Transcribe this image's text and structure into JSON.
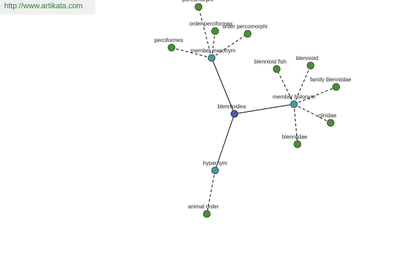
{
  "header": {
    "url": "http://www.artikata.com"
  },
  "graph": {
    "center": {
      "label": "blennioidea"
    },
    "relations": {
      "meronym": {
        "label": "member meronym"
      },
      "holonym": {
        "label": "member holonym"
      },
      "hypernym": {
        "label": "hypernym"
      }
    },
    "leaves": {
      "percomorphi_top": {
        "label": "percomorphi"
      },
      "order_perciformes": {
        "label": "order perciformes"
      },
      "order_percomorphi": {
        "label": "order percomorphi"
      },
      "perciformes": {
        "label": "perciformes"
      },
      "blennioid_fish": {
        "label": "blennioid fish"
      },
      "blennioid": {
        "label": "blennioid"
      },
      "family_blenniidae": {
        "label": "family blenniidae"
      },
      "clinidae": {
        "label": "clinidae"
      },
      "blenniidae": {
        "label": "blenniidae"
      },
      "animal_order": {
        "label": "animal order"
      }
    },
    "colors": {
      "leaf": "#4e8c3f",
      "relation": "#4f9596",
      "center": "#4b5aa2",
      "url_text": "#2e7d32"
    }
  }
}
